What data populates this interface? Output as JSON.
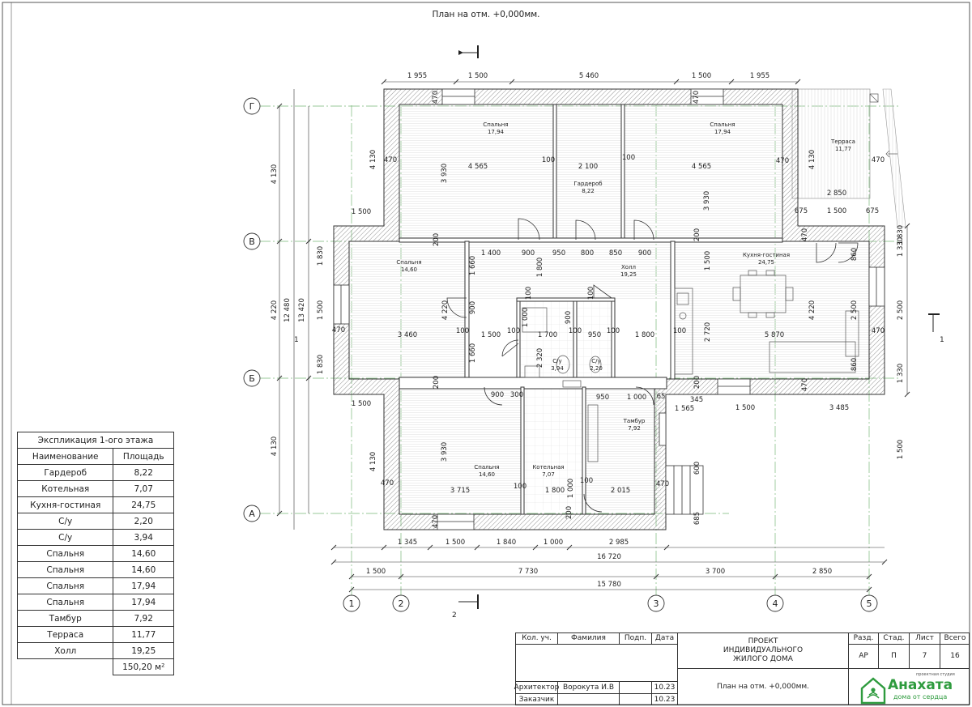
{
  "drawing": {
    "title": "План на отм. +0,000мм.",
    "section_marks": [
      "1",
      "1",
      "2"
    ]
  },
  "rooms": [
    {
      "id": "bedroom-nw",
      "name": "Спальня",
      "area": "17,94"
    },
    {
      "id": "wardrobe",
      "name": "Гардероб",
      "area": "8,22"
    },
    {
      "id": "bedroom-ne",
      "name": "Спальня",
      "area": "17,94"
    },
    {
      "id": "terrace",
      "name": "Терраса",
      "area": "11,77"
    },
    {
      "id": "bedroom-w",
      "name": "Спальня",
      "area": "14,60"
    },
    {
      "id": "hall",
      "name": "Холл",
      "area": "19,25"
    },
    {
      "id": "kitchen",
      "name": "Кухня-гостиная",
      "area": "24,75"
    },
    {
      "id": "wc1",
      "name": "С/у",
      "area": "3,94"
    },
    {
      "id": "wc2",
      "name": "С/у",
      "area": "2,20"
    },
    {
      "id": "vestibule",
      "name": "Тамбур",
      "area": "7,92"
    },
    {
      "id": "bedroom-sw",
      "name": "Спальня",
      "area": "14,60"
    },
    {
      "id": "boiler",
      "name": "Котельная",
      "area": "7,07"
    }
  ],
  "axes": {
    "letters": [
      "Г",
      "В",
      "Б",
      "А"
    ],
    "numbers": [
      "1",
      "2",
      "3",
      "4",
      "5"
    ]
  },
  "dimensions": {
    "top": [
      "1 955",
      "1 500",
      "5 460",
      "1 500",
      "1 955"
    ],
    "bottom_row1": [
      "1 345",
      "1 500",
      "1 840",
      "1 000",
      "2 985"
    ],
    "bottom_total1": "16 720",
    "bottom_row2": [
      "1 500",
      "7 730",
      "3 700",
      "2 850"
    ],
    "bottom_total2": "15 780",
    "left_outer": [
      "4 130",
      "4 220",
      "4 130"
    ],
    "left_total": "12 480",
    "left_sub": "13 420",
    "left_inner": [
      "1 830",
      "1 500",
      "1 830"
    ],
    "right_outer": [
      "1 330",
      "2 500",
      "1 330"
    ],
    "interior": [
      "470",
      "4 130",
      "470",
      "3 930",
      "4 565",
      "100",
      "2 100",
      "100",
      "4 565",
      "470",
      "3 930",
      "4 130",
      "470",
      "2 850",
      "675",
      "1 500",
      "675",
      "1 500",
      "200",
      "200",
      "470",
      "860",
      "1 830",
      "1 400",
      "900",
      "950",
      "800",
      "850",
      "900",
      "1 660",
      "1 800",
      "1 500",
      "4 220",
      "900",
      "100",
      "1 000",
      "900",
      "100",
      "470",
      "3 460",
      "100",
      "1 500",
      "100",
      "1 700",
      "100",
      "950",
      "100",
      "1 800",
      "100",
      "2 720",
      "5 870",
      "2 500",
      "470",
      "1 660",
      "2 320",
      "200",
      "200",
      "860",
      "1 500",
      "900",
      "300",
      "950",
      "1 000",
      "65",
      "1 565",
      "345",
      "1 500",
      "3 485",
      "470",
      "4 130",
      "3 930",
      "600",
      "470",
      "3 715",
      "100",
      "1 800",
      "1 000",
      "100",
      "2 015",
      "470",
      "200",
      "685",
      "4 220",
      "1 500",
      "470",
      "470"
    ]
  },
  "explication": {
    "title": "Экспликация 1-ого этажа",
    "headers": [
      "Наименование",
      "Площадь"
    ],
    "rows": [
      [
        "Гардероб",
        "8,22"
      ],
      [
        "Котельная",
        "7,07"
      ],
      [
        "Кухня-гостиная",
        "24,75"
      ],
      [
        "С/у",
        "2,20"
      ],
      [
        "С/у",
        "3,94"
      ],
      [
        "Спальня",
        "14,60"
      ],
      [
        "Спальня",
        "14,60"
      ],
      [
        "Спальня",
        "17,94"
      ],
      [
        "Спальня",
        "17,94"
      ],
      [
        "Тамбур",
        "7,92"
      ],
      [
        "Терраса",
        "11,77"
      ],
      [
        "Холл",
        "19,25"
      ]
    ],
    "total": "150,20 м²"
  },
  "stamp": {
    "h_kol": "Кол. уч.",
    "h_fam": "Фамилия",
    "h_podp": "Подп.",
    "h_date": "Дата",
    "project": "ПРОЕКТ ИНДИВИДУАЛЬНОГО ЖИЛОГО ДОМА",
    "sheet_title": "План на отм. +0,000мм.",
    "h_razd": "Разд.",
    "h_stad": "Стад.",
    "h_list": "Лист",
    "h_vsego": "Всего",
    "razd": "АР",
    "stad": "П",
    "list": "7",
    "vsego": "16",
    "role1": "Архитектор",
    "name1": "Ворокута И.В",
    "date1": "10.23",
    "role2": "Заказчик",
    "date2": "10.23"
  },
  "brand": {
    "name": "Анахата",
    "tagline": "дома от сердца",
    "studio": "проектная студия",
    "color": "#2e9b3e"
  }
}
